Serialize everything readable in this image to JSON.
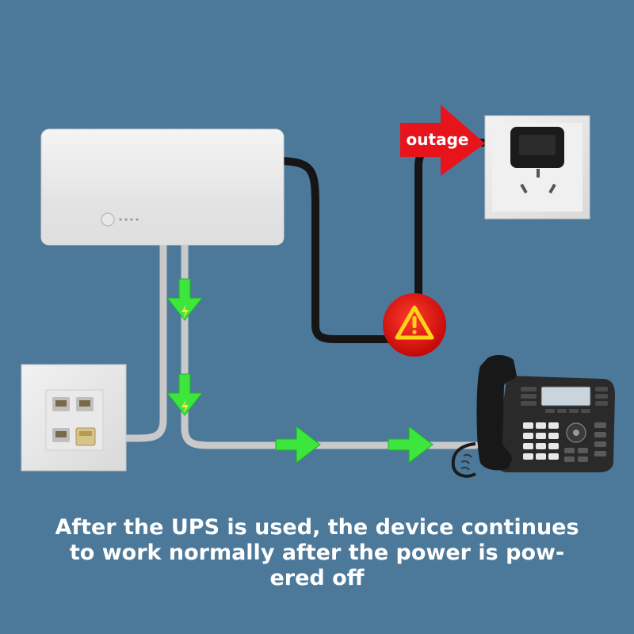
{
  "labels": {
    "outage": "outage"
  },
  "caption": {
    "line1": "After the UPS is used, the device continues",
    "line2": "to work normally after the power is pow-",
    "line3": "ered off"
  },
  "colors": {
    "background": "#4c799a",
    "outage_arrow": "#e8141c",
    "warning": "#e01010",
    "flow_arrow": "#3ce63c",
    "cable_black": "#151515",
    "cable_grey": "#c8c8c8"
  }
}
